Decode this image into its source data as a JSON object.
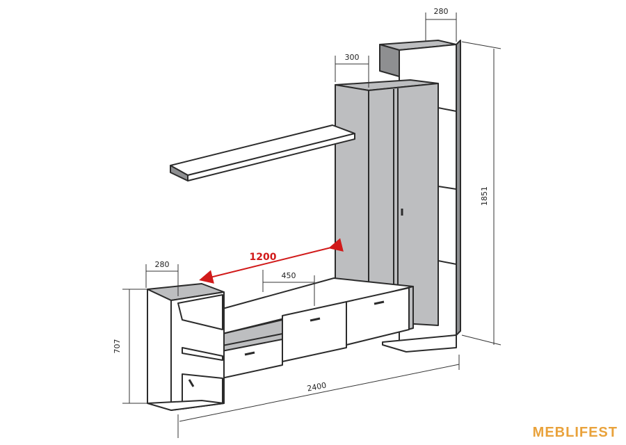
{
  "dimensions": {
    "top_shelf_depth": "280",
    "tall_cabinet_depth": "300",
    "tv_space_width": "1200",
    "middle_section_width": "450",
    "left_shelf_depth": "280",
    "left_height": "707",
    "total_height": "1851",
    "total_width": "2400"
  },
  "brand": {
    "logo_text": "MEBLIFEST"
  },
  "colors": {
    "outline": "#2b2b2b",
    "front_face": "#ffffff",
    "gray_panel": "#bdbec0",
    "gray_side": "#8e8f91",
    "dim_line": "#333333",
    "accent_red": "#d11a1a",
    "logo": "#e9a23b"
  }
}
